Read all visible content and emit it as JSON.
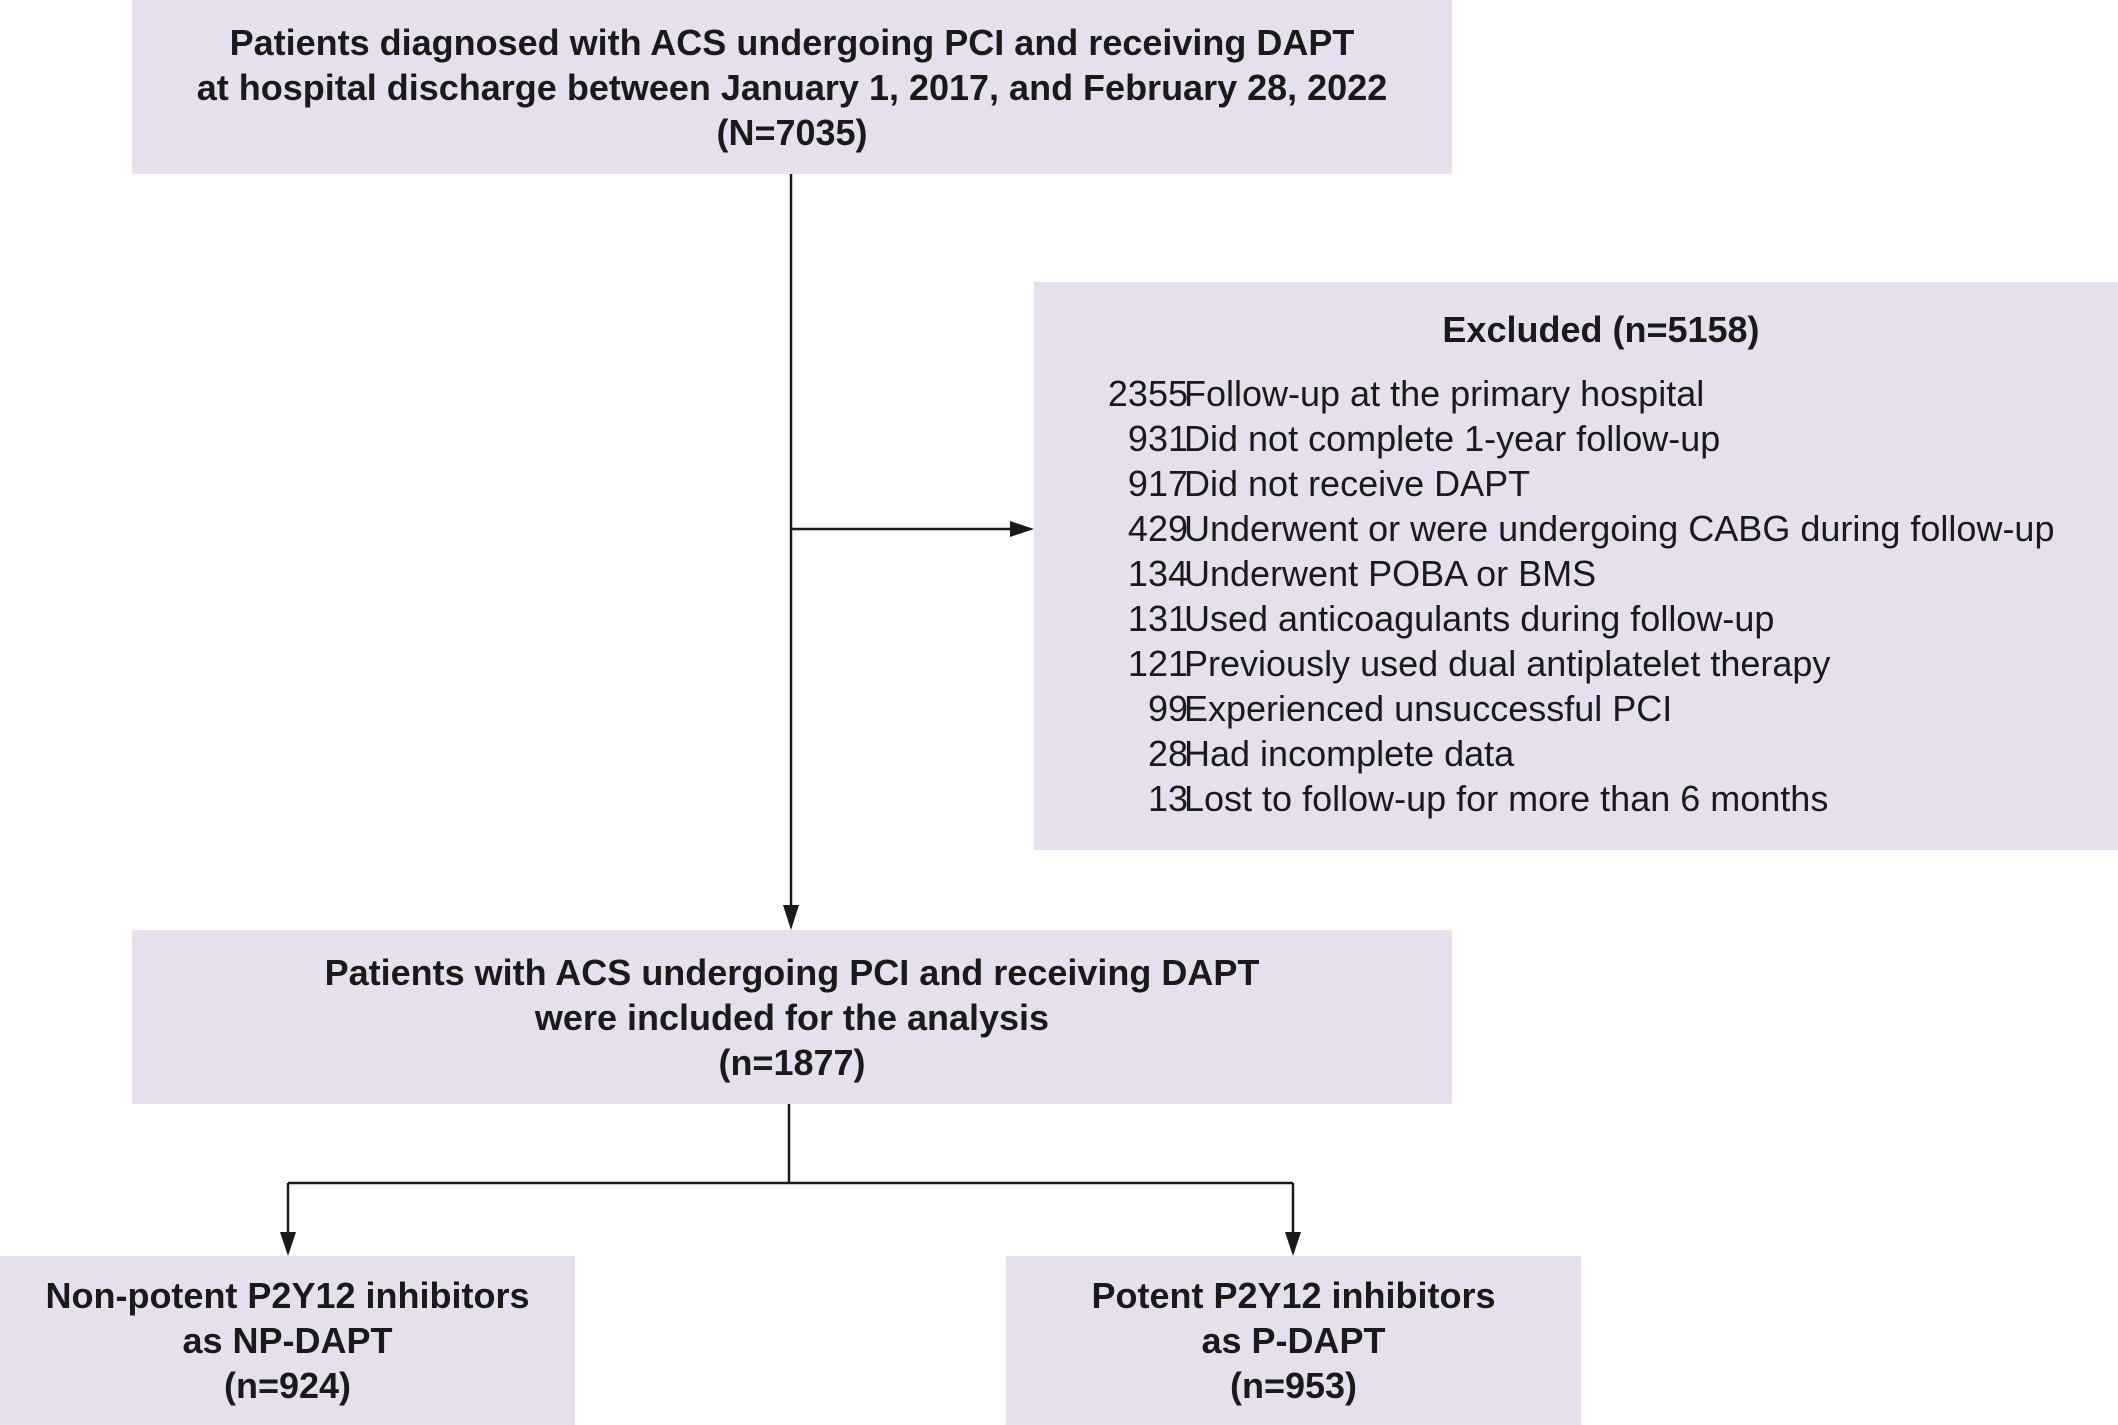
{
  "diagram": {
    "top_box": {
      "line1": "Patients diagnosed with ACS undergoing PCI and receiving DAPT",
      "line2": "at hospital discharge between January 1, 2017, and February 28, 2022",
      "count": "(N=7035)"
    },
    "excluded_box": {
      "title": "Excluded (n=5158)",
      "items": [
        {
          "count": "2355",
          "reason": "Follow-up at the primary hospital"
        },
        {
          "count": "931",
          "reason": "Did not complete 1-year follow-up"
        },
        {
          "count": "917",
          "reason": "Did not receive DAPT"
        },
        {
          "count": "429",
          "reason": "Underwent or were undergoing CABG during follow-up"
        },
        {
          "count": "134",
          "reason": "Underwent POBA or BMS"
        },
        {
          "count": "131",
          "reason": "Used anticoagulants during follow-up"
        },
        {
          "count": "121",
          "reason": "Previously used dual antiplatelet therapy"
        },
        {
          "count": "99",
          "reason": "Experienced unsuccessful PCI"
        },
        {
          "count": "28",
          "reason": "Had incomplete data"
        },
        {
          "count": "13",
          "reason": "Lost to follow-up for more than 6 months"
        }
      ]
    },
    "included_box": {
      "line1": "Patients with ACS undergoing PCI and receiving DAPT",
      "line2": "were included for the analysis",
      "count": "(n=1877)"
    },
    "np_box": {
      "line1": "Non-potent P2Y12 inhibitors",
      "line2": "as NP-DAPT",
      "count": "(n=924)"
    },
    "p_box": {
      "line1": "Potent P2Y12 inhibitors",
      "line2": "as P-DAPT",
      "count": "(n=953)"
    },
    "colors": {
      "box_fill": "#e6dfee",
      "line": "#1a1a1a"
    }
  }
}
